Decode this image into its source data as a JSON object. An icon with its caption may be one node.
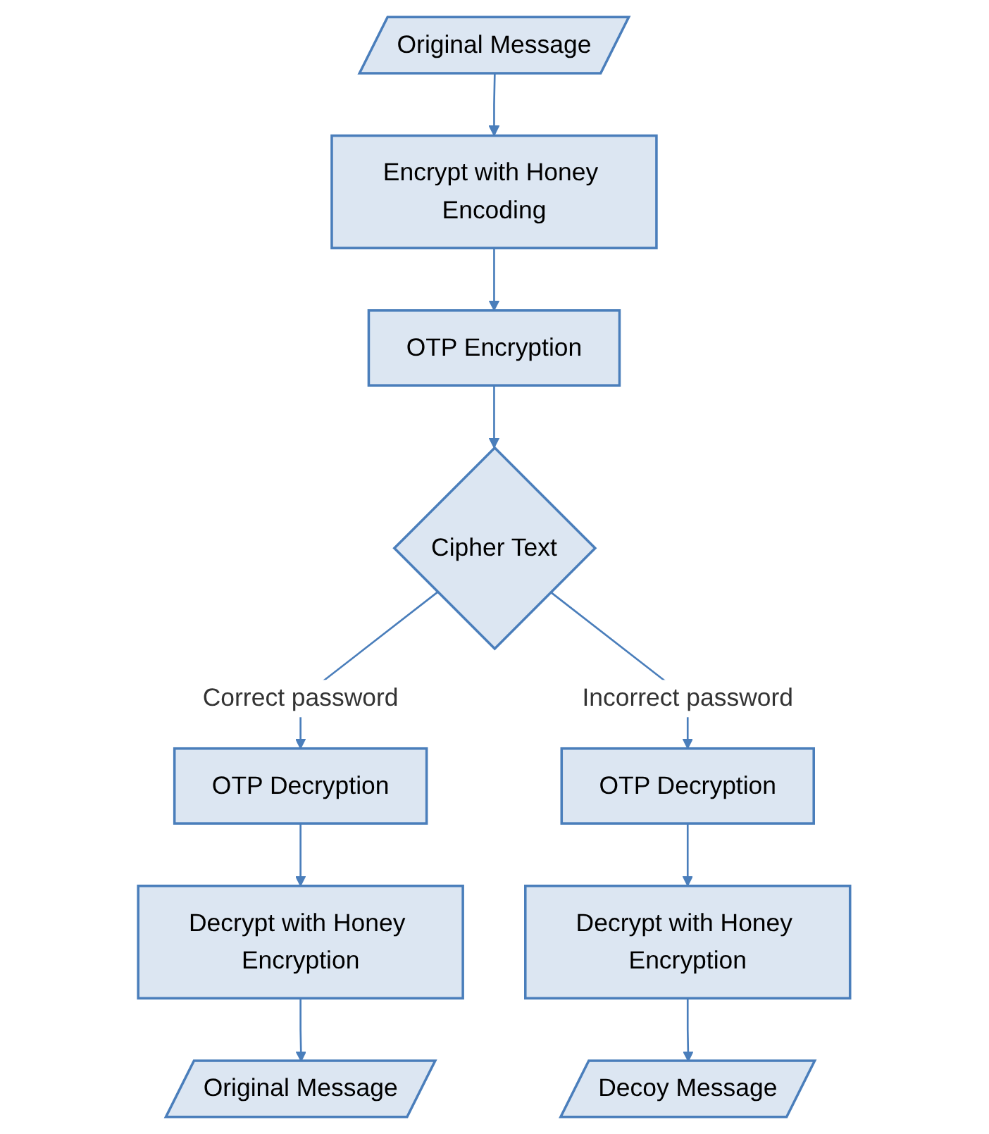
{
  "diagram": {
    "nodes": [
      {
        "text": [
          "Original Message"
        ]
      },
      {
        "text": [
          "Encrypt with Honey Encoding"
        ]
      },
      {
        "text": [
          "OTP Encryption"
        ]
      },
      {
        "text": [
          "Cipher Text"
        ]
      },
      {
        "text": [
          "OTP Decryption"
        ]
      },
      {
        "text": [
          "Decrypt with Honey Encryption"
        ]
      },
      {
        "text": [
          "Original Message"
        ]
      },
      {
        "text": [
          "OTP Decryption"
        ]
      },
      {
        "text": [
          "Decrypt with Honey Encryption"
        ]
      },
      {
        "text": [
          "Decoy Message"
        ]
      }
    ],
    "edges": [
      {
        "from": 0,
        "to": 1,
        "arrow": "to"
      },
      {
        "from": 1,
        "to": 2,
        "arrow": "to"
      },
      {
        "from": 2,
        "to": 3,
        "arrow": "to"
      },
      {
        "from": 3,
        "to": 4,
        "arrow": "to",
        "label": "Correct password"
      },
      {
        "from": 4,
        "to": 5,
        "arrow": "to"
      },
      {
        "from": 5,
        "to": 6,
        "arrow": "to"
      },
      {
        "from": 3,
        "to": 7,
        "arrow": "to",
        "label": "Incorrect password"
      },
      {
        "from": 7,
        "to": 8,
        "arrow": "to"
      },
      {
        "from": 8,
        "to": 9,
        "arrow": "to"
      }
    ]
  }
}
